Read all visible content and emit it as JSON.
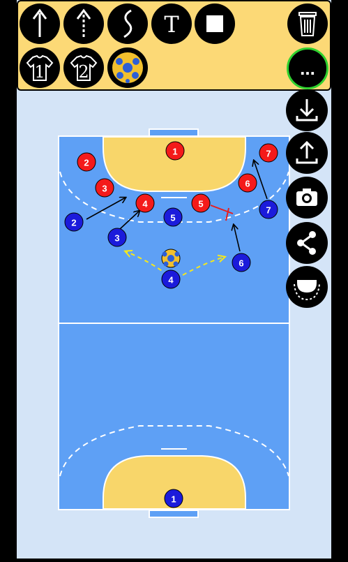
{
  "toolbar": {
    "tools": [
      {
        "name": "arrow-tool",
        "icon": "straight-arrow-icon"
      },
      {
        "name": "dashed-arrow-tool",
        "icon": "dashed-arrow-icon"
      },
      {
        "name": "curve-tool",
        "icon": "curved-line-icon"
      },
      {
        "name": "text-tool",
        "icon": "text-icon",
        "label": "T"
      },
      {
        "name": "rectangle-tool",
        "icon": "square-icon"
      },
      {
        "name": "delete-tool",
        "icon": "trash-icon"
      }
    ],
    "jerseys": [
      {
        "name": "jersey-team-1",
        "label": "1"
      },
      {
        "name": "jersey-team-2",
        "label": "2"
      }
    ],
    "ball_tool": {
      "name": "ball-tool",
      "icon": "handball-icon"
    },
    "more_label": "...",
    "colors": {
      "background": "#fcd976",
      "button": "#000000",
      "more_border": "#2fd12f"
    }
  },
  "side_menu": [
    {
      "name": "download-button",
      "icon": "download-icon"
    },
    {
      "name": "upload-button",
      "icon": "upload-icon"
    },
    {
      "name": "screenshot-button",
      "icon": "camera-icon"
    },
    {
      "name": "share-button",
      "icon": "share-icon"
    },
    {
      "name": "court-view-button",
      "icon": "goal-area-icon"
    }
  ],
  "court": {
    "colors": {
      "floor": "#5ea0f5",
      "goal_area": "#f8d66a",
      "lines": "#ffffff",
      "outer": "#d4e4f7"
    }
  },
  "players": {
    "red": [
      "1",
      "2",
      "3",
      "4",
      "5",
      "6",
      "7"
    ],
    "blue": [
      "1",
      "2",
      "3",
      "4",
      "5",
      "6",
      "7"
    ],
    "colors": {
      "red": "#f41a1a",
      "blue": "#1b1bdb"
    }
  }
}
